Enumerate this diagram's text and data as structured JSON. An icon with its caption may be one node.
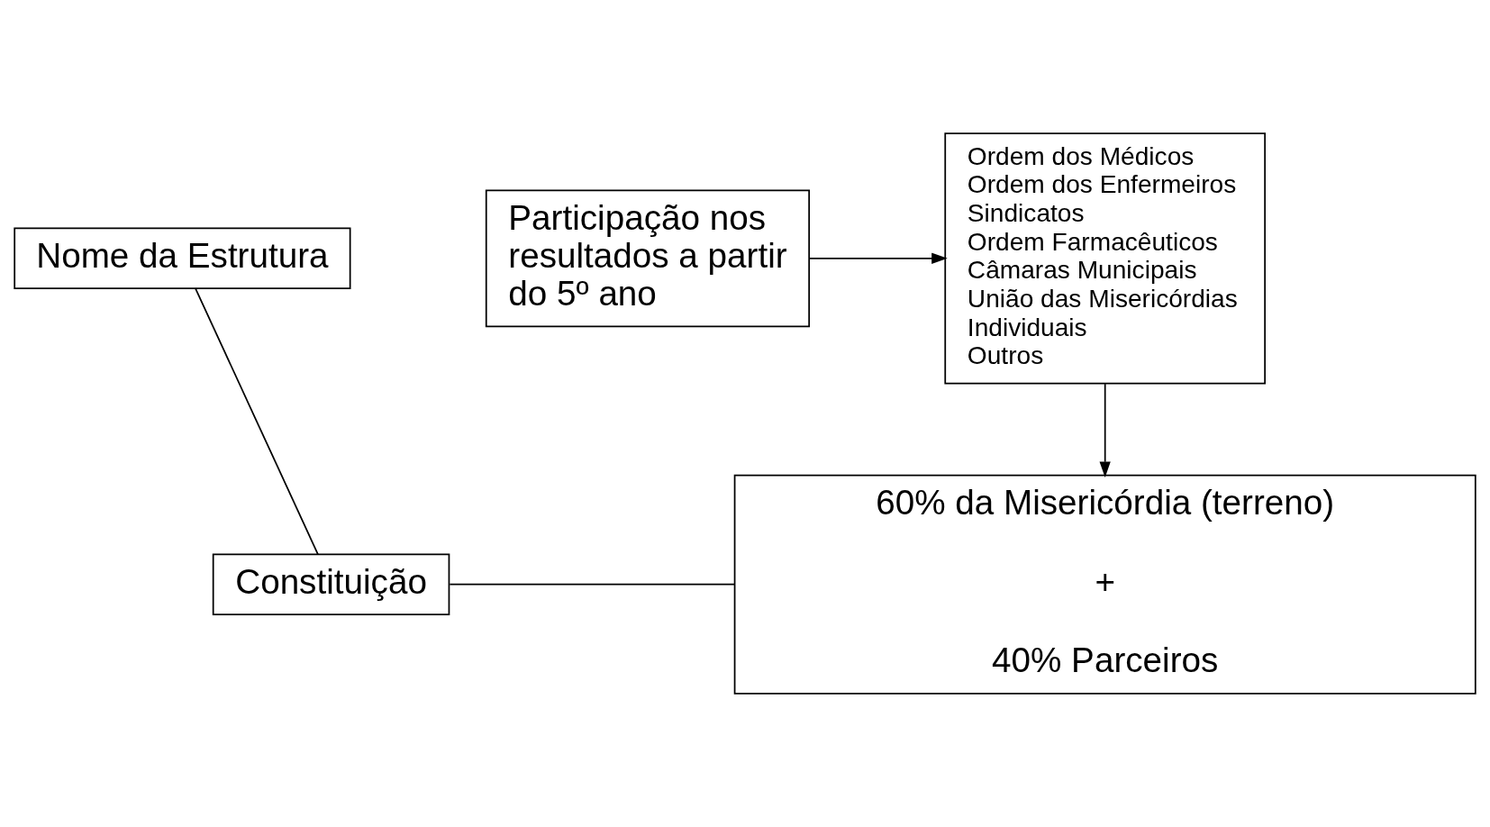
{
  "diagram": {
    "nodes": [
      {
        "text": [
          "Nome da Estrutura"
        ]
      },
      {
        "text": [
          "Constituição"
        ]
      },
      {
        "text": [
          "60% da Misericórdia (terreno)",
          "+",
          "40% Parceiros"
        ]
      },
      {
        "text": [
          "Ordem dos Médicos",
          "Ordem dos Enfermeiros",
          "Sindicatos",
          "Ordem Farmacêuticos",
          "Câmaras Municipais",
          "União das Misericórdias",
          "Individuais",
          "Outros"
        ]
      },
      {
        "text": [
          "Participação nos resultados a partir do 5º ano"
        ]
      }
    ],
    "edges": [
      {
        "from": 0,
        "to": 1,
        "arrow": "none"
      },
      {
        "from": 1,
        "to": 2,
        "arrow": "none"
      },
      {
        "from": 3,
        "to": 2,
        "arrow": "to"
      },
      {
        "from": 4,
        "to": 3,
        "arrow": "to"
      }
    ]
  }
}
